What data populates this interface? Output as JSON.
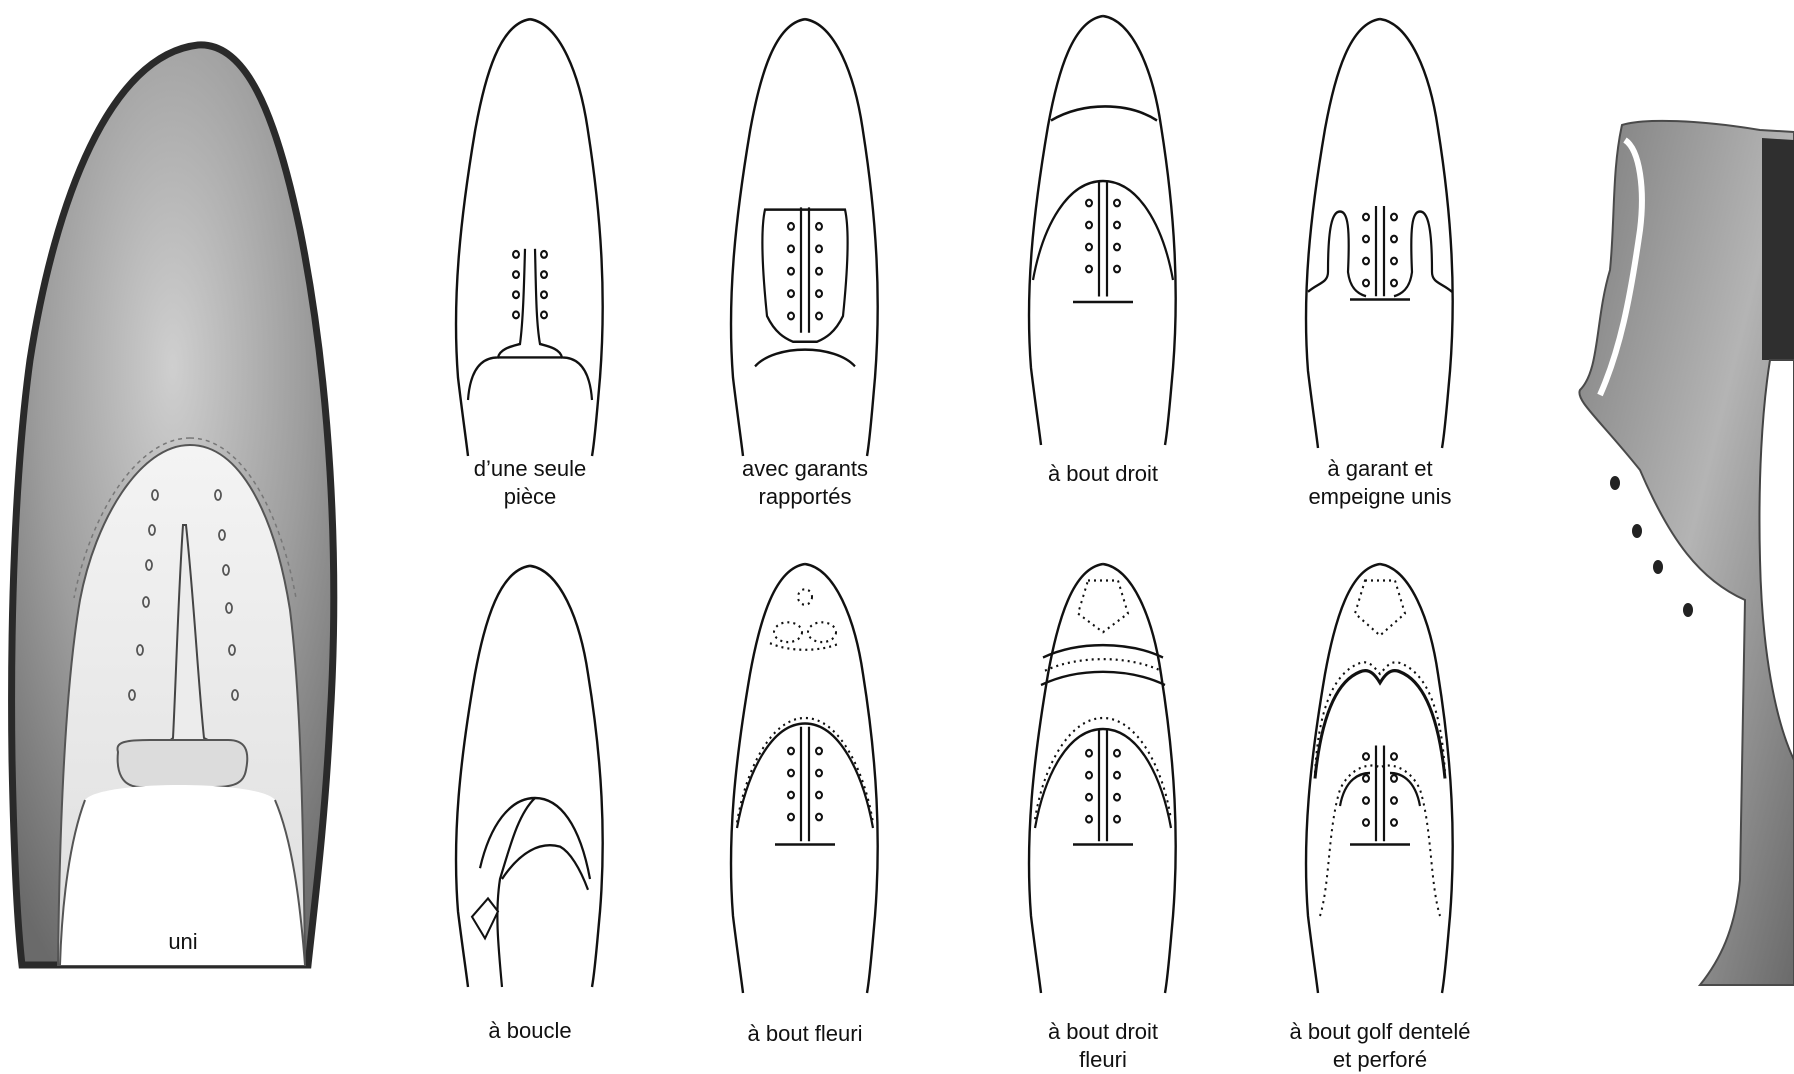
{
  "figures": [
    {
      "id": "uni",
      "caption": [
        "uni"
      ]
    },
    {
      "id": "seule-piece",
      "caption": [
        "d’une seule",
        "pièce"
      ]
    },
    {
      "id": "garants-rapportes",
      "caption": [
        "avec garants",
        "rapportés"
      ]
    },
    {
      "id": "bout-droit",
      "caption": [
        "à bout droit"
      ]
    },
    {
      "id": "garant-empeigne-unis",
      "caption": [
        "à garant et",
        "empeigne unis"
      ]
    },
    {
      "id": "boucle",
      "caption": [
        "à boucle"
      ]
    },
    {
      "id": "bout-fleuri",
      "caption": [
        "à bout fleuri"
      ]
    },
    {
      "id": "bout-droit-fleuri",
      "caption": [
        "à bout droit",
        "fleuri"
      ]
    },
    {
      "id": "bout-golf",
      "caption": [
        "à bout golf dentelé",
        "et perforé"
      ]
    }
  ],
  "colors": {
    "ink": "#111111",
    "shade_dark": "#6f6f6f",
    "shade_light": "#d9d9d9",
    "paper": "#ffffff"
  }
}
